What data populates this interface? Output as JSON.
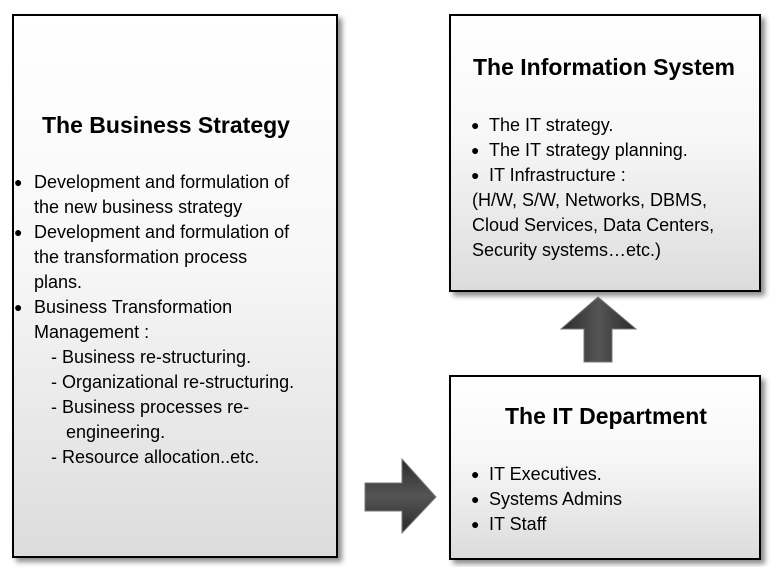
{
  "business_strategy": {
    "title": "The Business Strategy",
    "bullets": [
      {
        "lines": [
          "Development and formulation of",
          "the new business strategy"
        ]
      },
      {
        "lines": [
          "Development and formulation of",
          "the transformation process",
          "plans."
        ]
      },
      {
        "lines": [
          "Business Transformation",
          "Management :"
        ]
      }
    ],
    "sub_items": [
      "- Business re-structuring.",
      "- Organizational re-structuring.",
      "- Business processes re-",
      "engineering.",
      "- Resource allocation..etc."
    ]
  },
  "information_system": {
    "title": "The Information System",
    "bullets": [
      "The IT strategy.",
      "The IT strategy planning.",
      "IT Infrastructure :"
    ],
    "extra_lines": [
      "(H/W, S/W, Networks, DBMS,",
      "Cloud Services, Data Centers,",
      "Security systems…etc.)"
    ]
  },
  "it_department": {
    "title": "The IT Department",
    "bullets": [
      "IT Executives.",
      "Systems Admins",
      "IT Staff"
    ]
  },
  "colors": {
    "border": "#000000",
    "arrow_fill": "#3a3a3a"
  }
}
